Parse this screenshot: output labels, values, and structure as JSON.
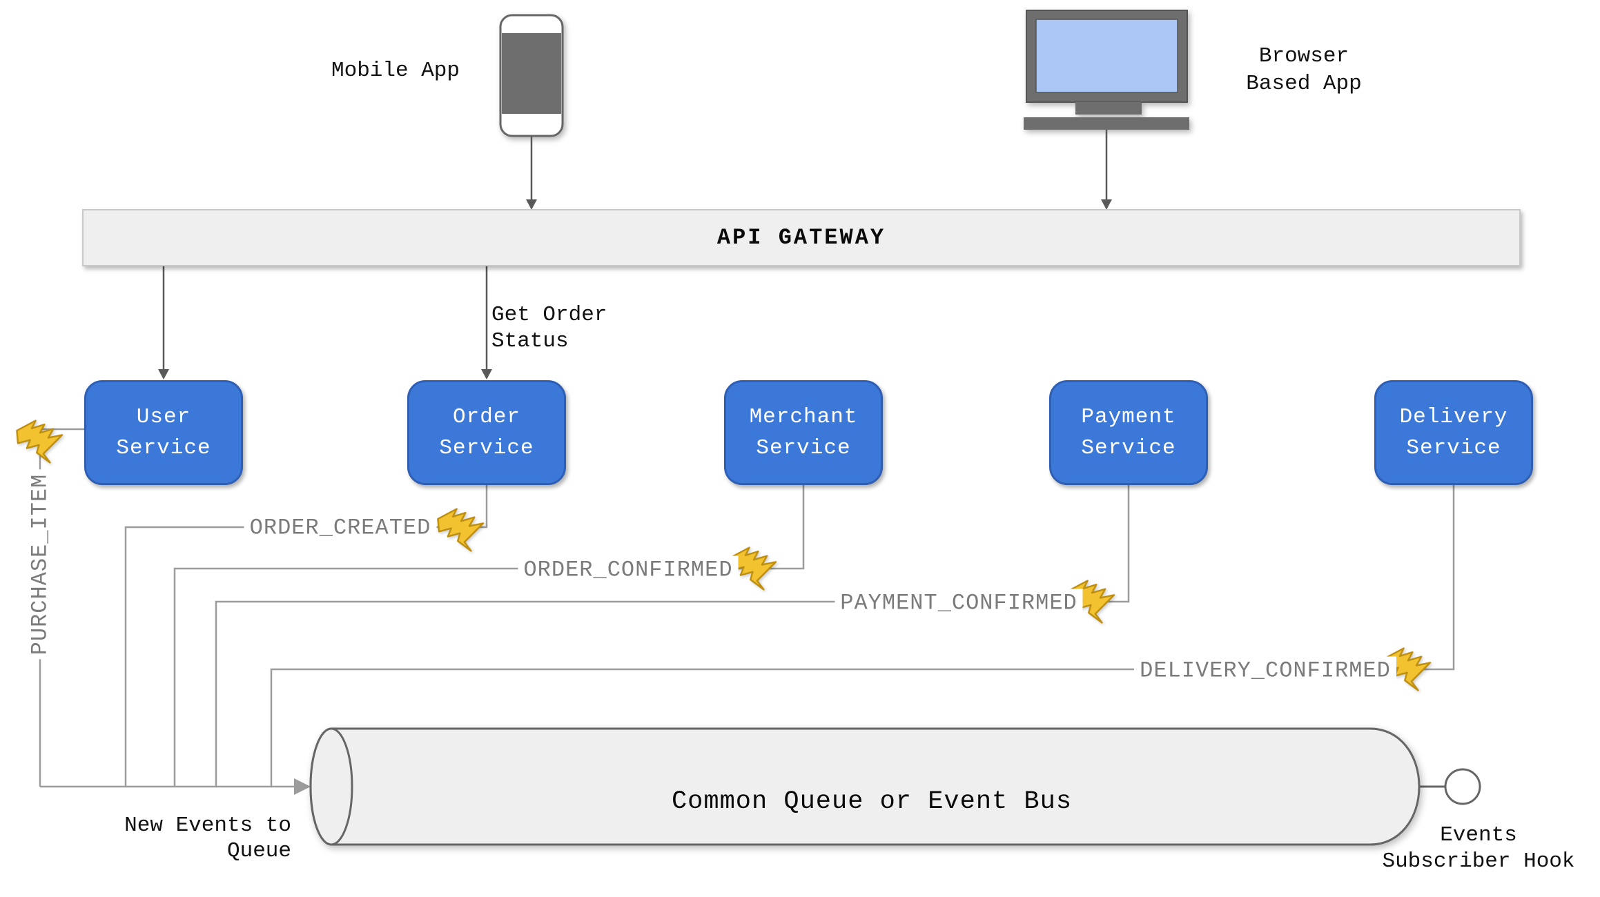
{
  "devices": {
    "mobile_label": "Mobile App",
    "browser_label": "Browser\nBased App"
  },
  "gateway": {
    "label": "API GATEWAY"
  },
  "gateway_call_label": "Get Order\nStatus",
  "services": [
    {
      "label": "User\nService"
    },
    {
      "label": "Order\nService"
    },
    {
      "label": "Merchant\nService"
    },
    {
      "label": "Payment\nService"
    },
    {
      "label": "Delivery\nService"
    }
  ],
  "events": [
    {
      "label": "PURCHASE_ITEM"
    },
    {
      "label": "ORDER_CREATED"
    },
    {
      "label": "ORDER_CONFIRMED"
    },
    {
      "label": "PAYMENT_CONFIRMED"
    },
    {
      "label": "DELIVERY_CONFIRMED"
    }
  ],
  "queue": {
    "label": "Common Queue or Event Bus",
    "inflow_label": "New Events to\nQueue",
    "outflow_label": "Events\nSubscriber Hook"
  },
  "icons": {
    "mobile_device": "smartphone-icon",
    "browser_device": "monitor-icon",
    "event_marker": "lightning-bolt-icon",
    "subscriber_hook": "hook-circle-icon"
  },
  "colors": {
    "service_fill": "#3C78D8",
    "service_border": "#2E5FB5",
    "panel_fill": "#EFEFEF",
    "bolt_fill": "#F2C230",
    "bolt_outline": "#BE8E0F",
    "connector_gray": "#9C9C9C",
    "arrow_dark": "#595959",
    "screen_blue": "#A9C6F5",
    "device_gray": "#6E6E6E",
    "event_text": "#7B7B7B"
  }
}
